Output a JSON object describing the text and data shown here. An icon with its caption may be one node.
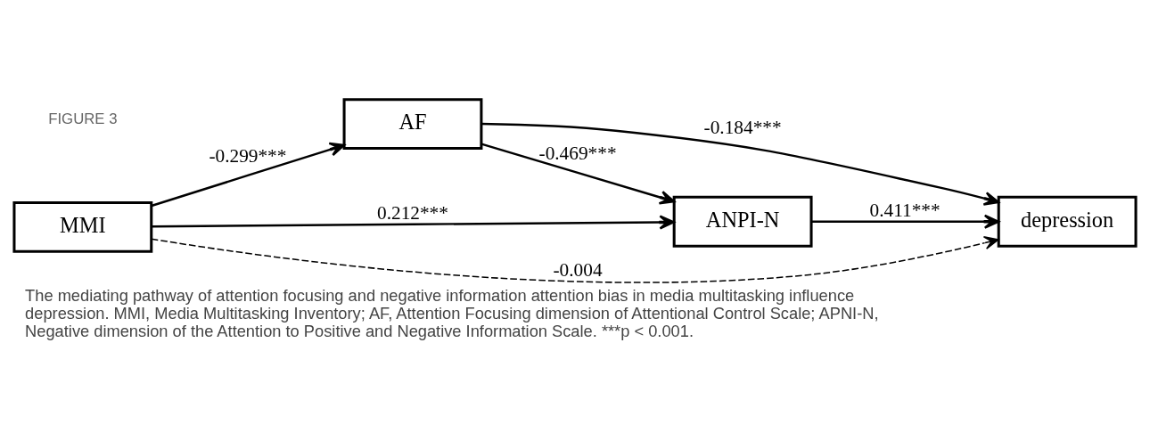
{
  "diagram": {
    "caption": "The mediating pathway of attention focusing and negative information attention bias in media multitasking influence depression. MMI, Media Multitasking Inventory; AF, Attention Focusing dimension of Attentional Control Scale; APNI-N, Negative dimension of the Attention to Positive and Negative Information Scale. ***p < 0.001.",
    "nodes": [
      {
        "text": [
          "MMI"
        ]
      },
      {
        "text": [
          "AF"
        ]
      },
      {
        "text": [
          "ANPI-N"
        ]
      },
      {
        "text": [
          "depression"
        ]
      }
    ],
    "edges": [
      {
        "from": 0,
        "to": 1,
        "arrow": "to",
        "label": "-0.299***"
      },
      {
        "from": 1,
        "to": 2,
        "arrow": "to",
        "label": "-0.469***"
      },
      {
        "from": 0,
        "to": 2,
        "arrow": "to",
        "label": "0.212***"
      },
      {
        "from": 1,
        "to": 3,
        "arrow": "to",
        "label": "-0.184***"
      },
      {
        "from": 2,
        "to": 3,
        "arrow": "to",
        "label": "0.411***"
      },
      {
        "from": 0,
        "to": 3,
        "arrow": "to",
        "label": "-0.004",
        "style": "dashed"
      }
    ],
    "labels": [
      "FIGURE 3"
    ]
  }
}
